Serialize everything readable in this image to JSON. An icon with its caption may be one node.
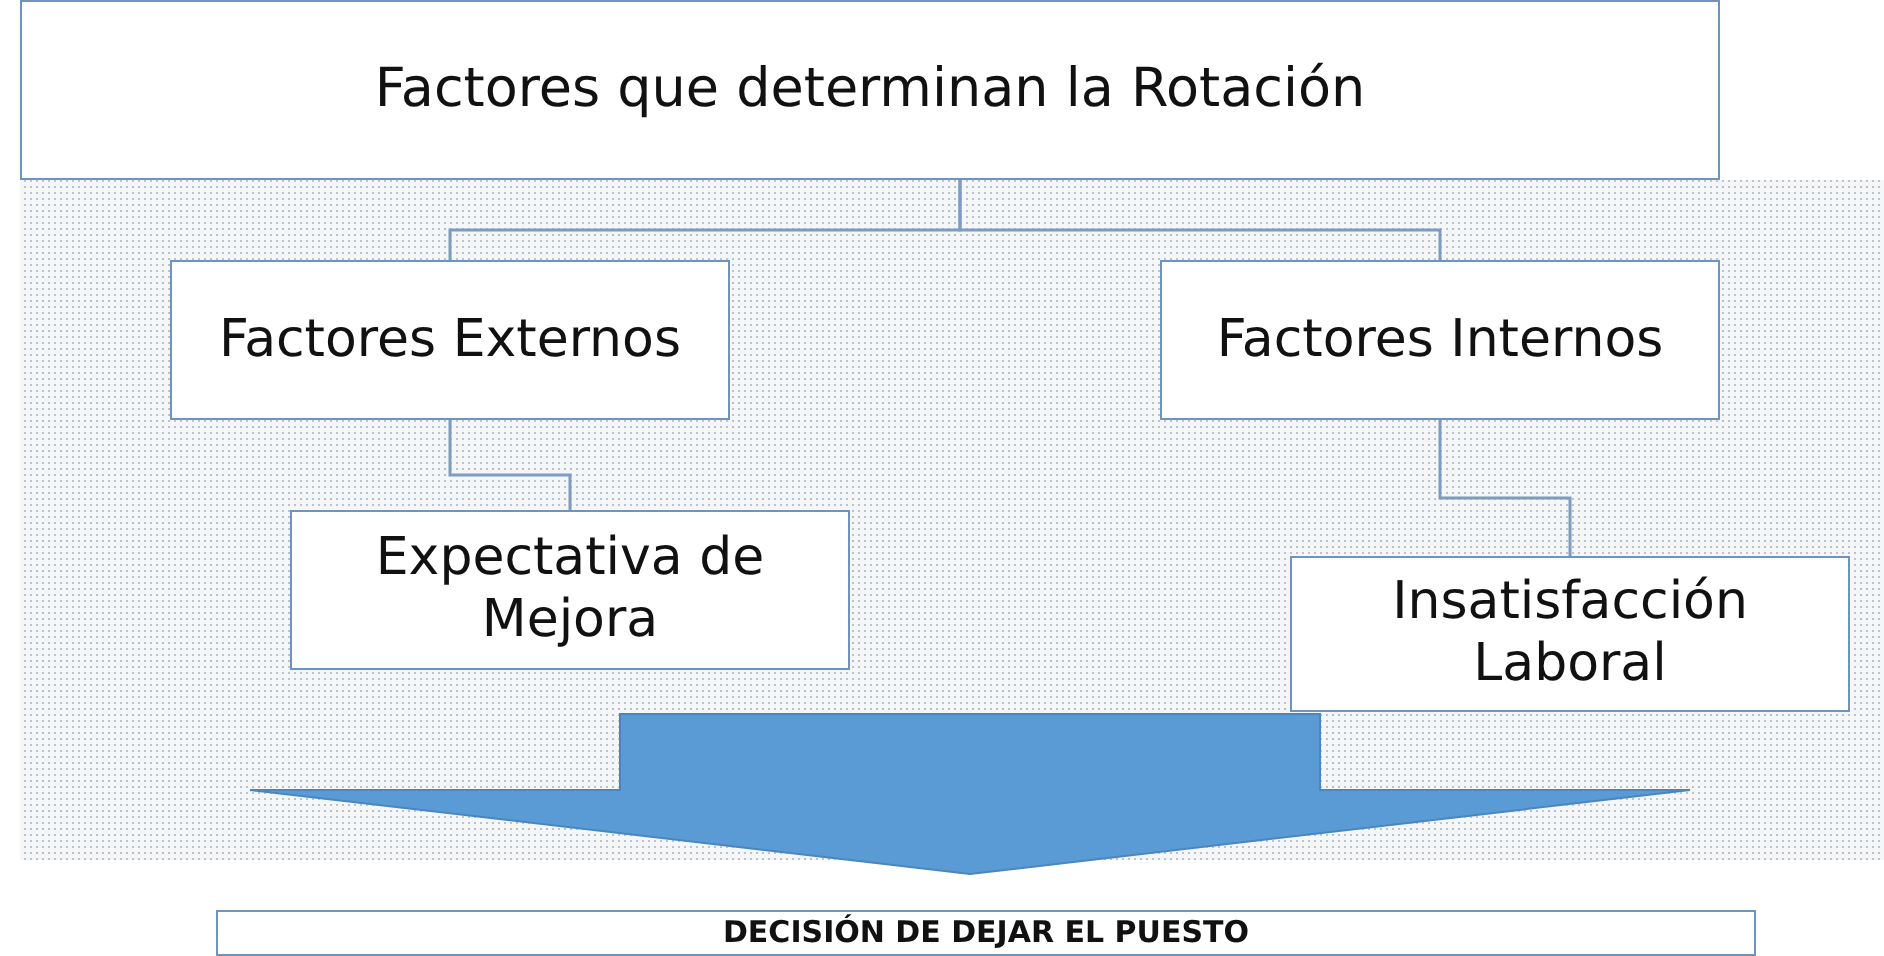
{
  "diagram": {
    "nodes": [
      {
        "text": [
          "Factores que determinan la Rotación"
        ]
      },
      {
        "text": [
          "Factores Externos"
        ]
      },
      {
        "text": [
          "Factores Internos"
        ]
      },
      {
        "text": [
          "Expectativa de Mejora"
        ]
      },
      {
        "text": [
          "Insatisfacción Laboral"
        ]
      },
      {
        "text": [
          "DECISIÓN DE DEJAR EL PUESTO"
        ]
      }
    ],
    "edges": [
      {
        "from": 0,
        "to": 1,
        "arrow": "none"
      },
      {
        "from": 0,
        "to": 2,
        "arrow": "none"
      },
      {
        "from": 1,
        "to": 3,
        "arrow": "none"
      },
      {
        "from": 2,
        "to": 4,
        "arrow": "none"
      },
      {
        "from": null,
        "to": 5,
        "arrow": "to",
        "style": "thick",
        "color": "#5b9bd5"
      }
    ]
  }
}
